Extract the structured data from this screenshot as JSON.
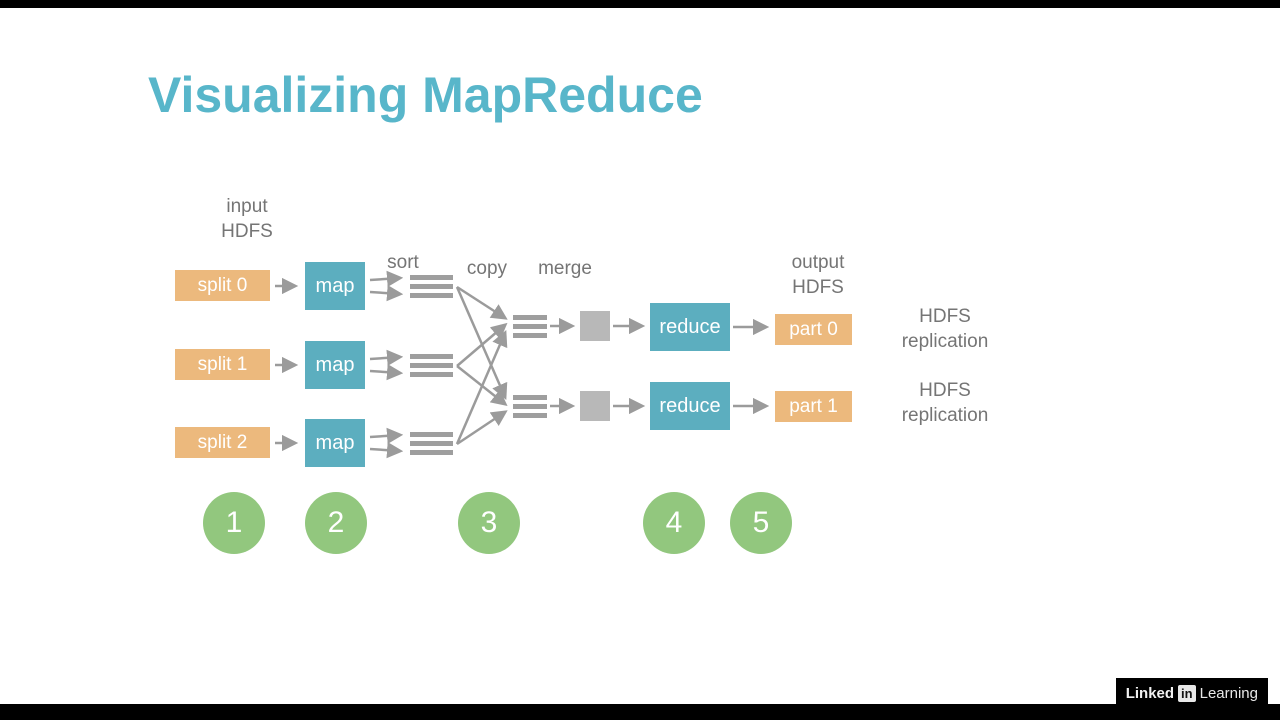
{
  "title": "Visualizing MapReduce",
  "labels": {
    "input": "input\nHDFS",
    "sort": "sort",
    "copy": "copy",
    "merge": "merge",
    "output": "output\nHDFS"
  },
  "splits": [
    "split 0",
    "split 1",
    "split 2"
  ],
  "maps": [
    "map",
    "map",
    "map"
  ],
  "reduces": [
    "reduce",
    "reduce"
  ],
  "parts": [
    "part 0",
    "part 1"
  ],
  "replication": [
    "HDFS\nreplication",
    "HDFS\nreplication"
  ],
  "steps": [
    "1",
    "2",
    "3",
    "4",
    "5"
  ],
  "footer": {
    "linked": "Linked",
    "in": "in",
    "learning": "Learning"
  },
  "colors": {
    "title_teal": "#58b6ca",
    "box_teal": "#5caebf",
    "box_orange": "#ecb97d",
    "step_green": "#92c77e",
    "arrow_gray": "#9b9b9b",
    "stripe_gray": "#9e9e9e",
    "square_gray": "#b8b8b8",
    "label_gray": "#757575"
  }
}
